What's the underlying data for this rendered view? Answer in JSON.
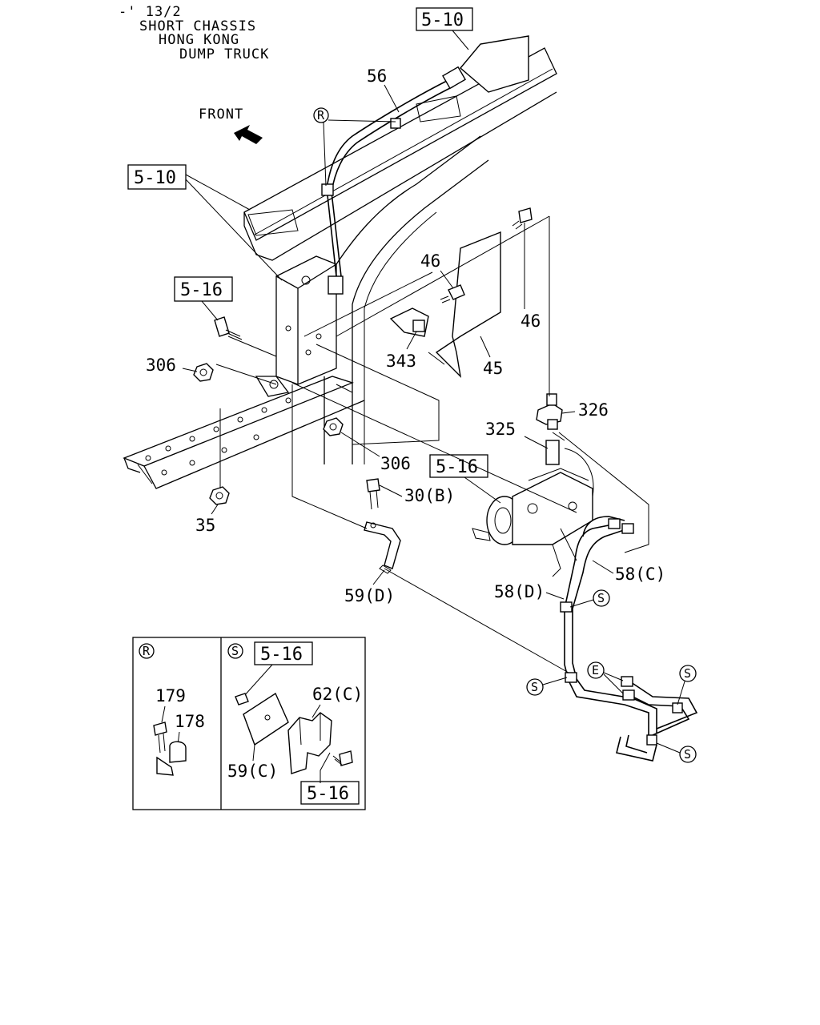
{
  "header_note": [
    "-' 13/2",
    "SHORT CHASSIS",
    "HONG KONG",
    "DUMP TRUCK"
  ],
  "direction": "FRONT",
  "refs": {
    "top": "5-10",
    "left": "5-10",
    "upper_left": "5-16",
    "center": "5-16",
    "inset_top": "5-16",
    "inset_bottom": "5-16"
  },
  "parts": {
    "p56": "56",
    "p46a": "46",
    "p46b": "46",
    "p343": "343",
    "p45": "45",
    "p306a": "306",
    "p306b": "306",
    "p326": "326",
    "p325": "325",
    "p30b": "30(B)",
    "p35": "35",
    "p59d": "59(D)",
    "p58c": "58(C)",
    "p58d": "58(D)",
    "p179": "179",
    "p178": "178",
    "p62c": "62(C)",
    "p59c": "59(C)"
  },
  "markers": {
    "r": "R",
    "s": "S",
    "e": "E"
  }
}
